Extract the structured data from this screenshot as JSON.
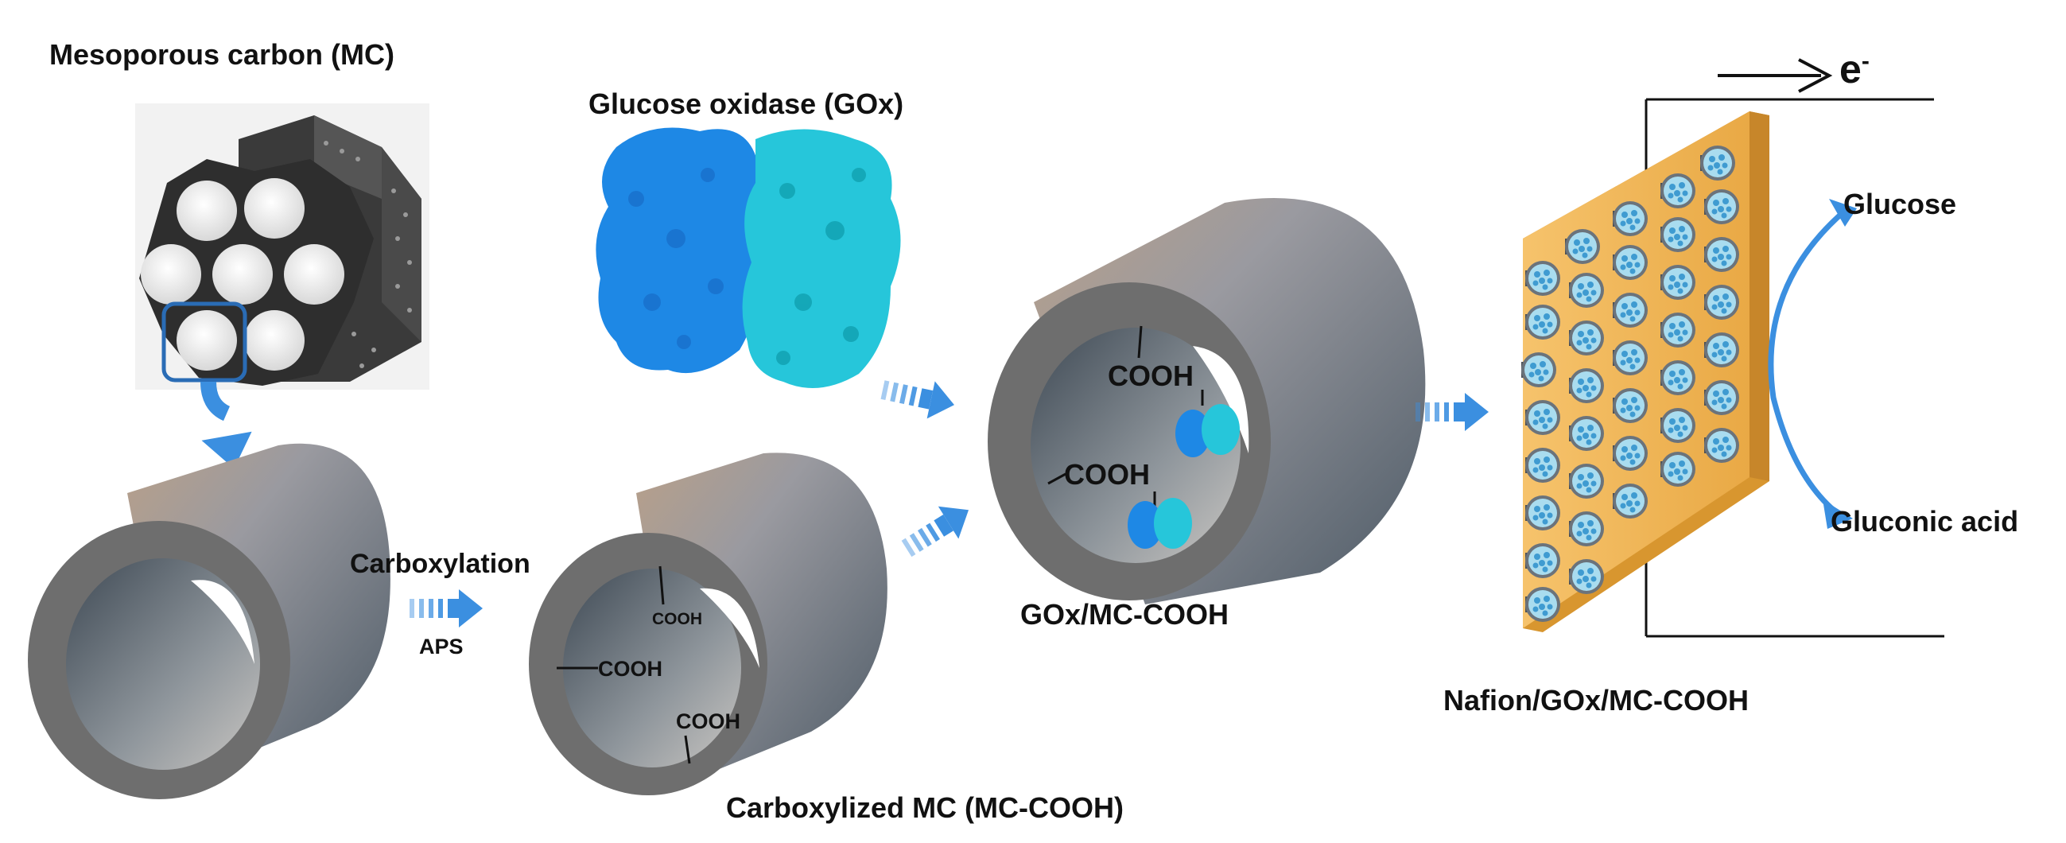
{
  "labels": {
    "mc_title": "Mesoporous carbon (MC)",
    "gox_title": "Glucose oxidase (GOx)",
    "carboxylation": "Carboxylation",
    "aps": "APS",
    "cooh": "COOH",
    "carboxylized": "Carboxylized MC (MC-COOH)",
    "gox_mc": "GOx/MC-COOH",
    "nafion": "Nafion/GOx/MC-COOH",
    "electron": "e",
    "electron_sup": "-",
    "glucose": "Glucose",
    "gluconic": "Gluconic acid"
  },
  "colors": {
    "arrow_blue": "#3b8fe0",
    "tube_dark": "#6e6e6e",
    "tube_light": "#c8a98e",
    "gox_blue": "#1e88e5",
    "gox_cyan": "#26c6da",
    "electrode": "#f2b85a"
  }
}
